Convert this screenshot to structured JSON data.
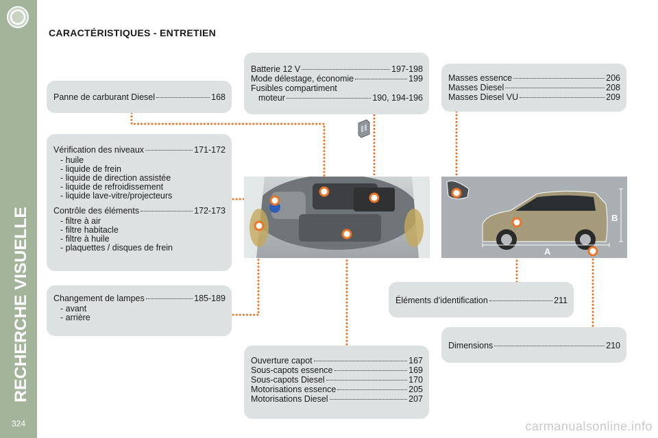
{
  "sidebar": {
    "section_title": "RECHERCHE VISUELLE",
    "page_number": "324"
  },
  "page_title": "CARACTÉRISTIQUES - ENTRETIEN",
  "boxes": {
    "panne": {
      "label": "Panne de carburant Diesel",
      "page": "168"
    },
    "verif": {
      "label": "Vérification des niveaux",
      "page": "171-172",
      "items": [
        "huile",
        "liquide de frein",
        "liquide de direction assistée",
        "liquide de refroidissement",
        "liquide lave-vitre/projecteurs"
      ],
      "label2": "Contrôle des éléments",
      "page2": "172-173",
      "items2": [
        "filtre à air",
        "filtre habitacle",
        "filtre à huile",
        "plaquettes / disques de frein"
      ]
    },
    "lampes": {
      "label": "Changement de lampes",
      "page": "185-189",
      "items": [
        "avant",
        "arrière"
      ]
    },
    "batterie": {
      "rows": [
        {
          "label": "Batterie 12 V",
          "page": "197-198"
        },
        {
          "label": "Mode délestage, économie",
          "page": "199"
        }
      ],
      "fuse_line1": "Fusibles compartiment",
      "fuse_line2": "moteur",
      "fuse_page": "190, 194-196"
    },
    "masses": {
      "rows": [
        {
          "label": "Masses essence",
          "page": "206"
        },
        {
          "label": "Masses Diesel",
          "page": "208"
        },
        {
          "label": "Masses Diesel VU",
          "page": "209"
        }
      ]
    },
    "identification": {
      "label": "Éléments d’identification",
      "page": "211"
    },
    "dimensions": {
      "label": "Dimensions",
      "page": "210"
    },
    "capot": {
      "rows": [
        {
          "label": "Ouverture capot",
          "page": "167"
        },
        {
          "label": "Sous-capots essence",
          "page": "169"
        },
        {
          "label": "Sous-capots Diesel",
          "page": "170"
        },
        {
          "label": "Motorisations essence",
          "page": "205"
        },
        {
          "label": "Motorisations Diesel",
          "page": "207"
        }
      ]
    }
  },
  "car_labels": {
    "dim_a": "A",
    "dim_b": "B"
  },
  "watermark": "carmanualsonline.info",
  "colors": {
    "sidebar": "#a3b49a",
    "box": "#dde1e1",
    "accent": "#e8752a"
  }
}
